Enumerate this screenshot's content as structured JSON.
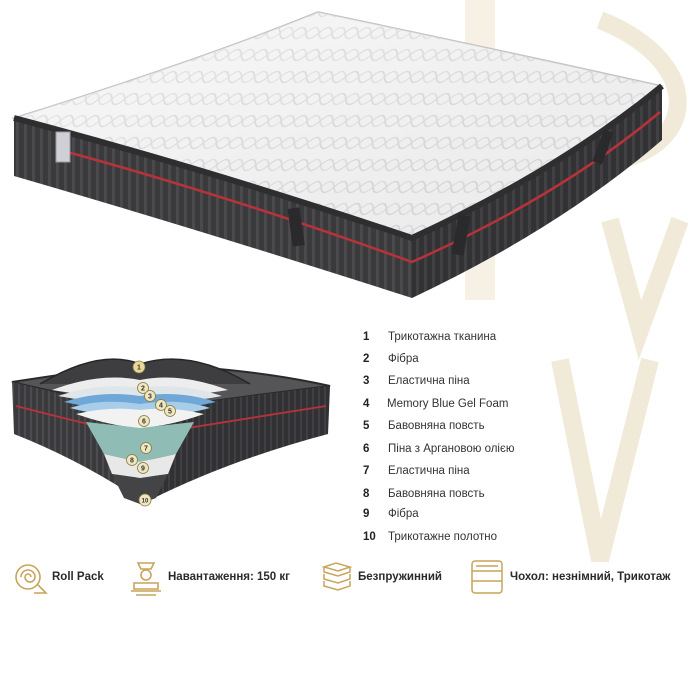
{
  "product": {
    "layers": [
      {
        "num": "1",
        "name": "Трикотажна тканина"
      },
      {
        "num": "2",
        "name": "Фібра"
      },
      {
        "num": "3",
        "name": "Еластична піна"
      },
      {
        "num": "4",
        "name": "Memory Blue Gel Foam"
      },
      {
        "num": "5",
        "name": "Бавовняна повсть"
      },
      {
        "num": "6",
        "name": "Піна з Аргановою олією"
      },
      {
        "num": "7",
        "name": "Еластична піна"
      },
      {
        "num": "8",
        "name": "Бавовняна повсть"
      },
      {
        "num": "9",
        "name": "Фібра"
      },
      {
        "num": "10",
        "name": "Трикотажне полотно"
      }
    ],
    "cutaway_markers": [
      "1",
      "2",
      "3",
      "4",
      "5",
      "6",
      "7",
      "8",
      "9",
      "10"
    ],
    "features": [
      {
        "icon": "roll-pack-icon",
        "label": "Roll Pack"
      },
      {
        "icon": "weight-icon",
        "label": "Навантаження: 150 кг"
      },
      {
        "icon": "springless-icon",
        "label": "Безпружинний"
      },
      {
        "icon": "cover-icon",
        "label": "Чохол: незнімний, Трикотаж"
      }
    ]
  },
  "colors": {
    "accent_gold": "#c9a45c",
    "mattress_side": "#3c3c3e",
    "piping_red": "#b8323a",
    "gel_blue": "#6fa8d8"
  }
}
